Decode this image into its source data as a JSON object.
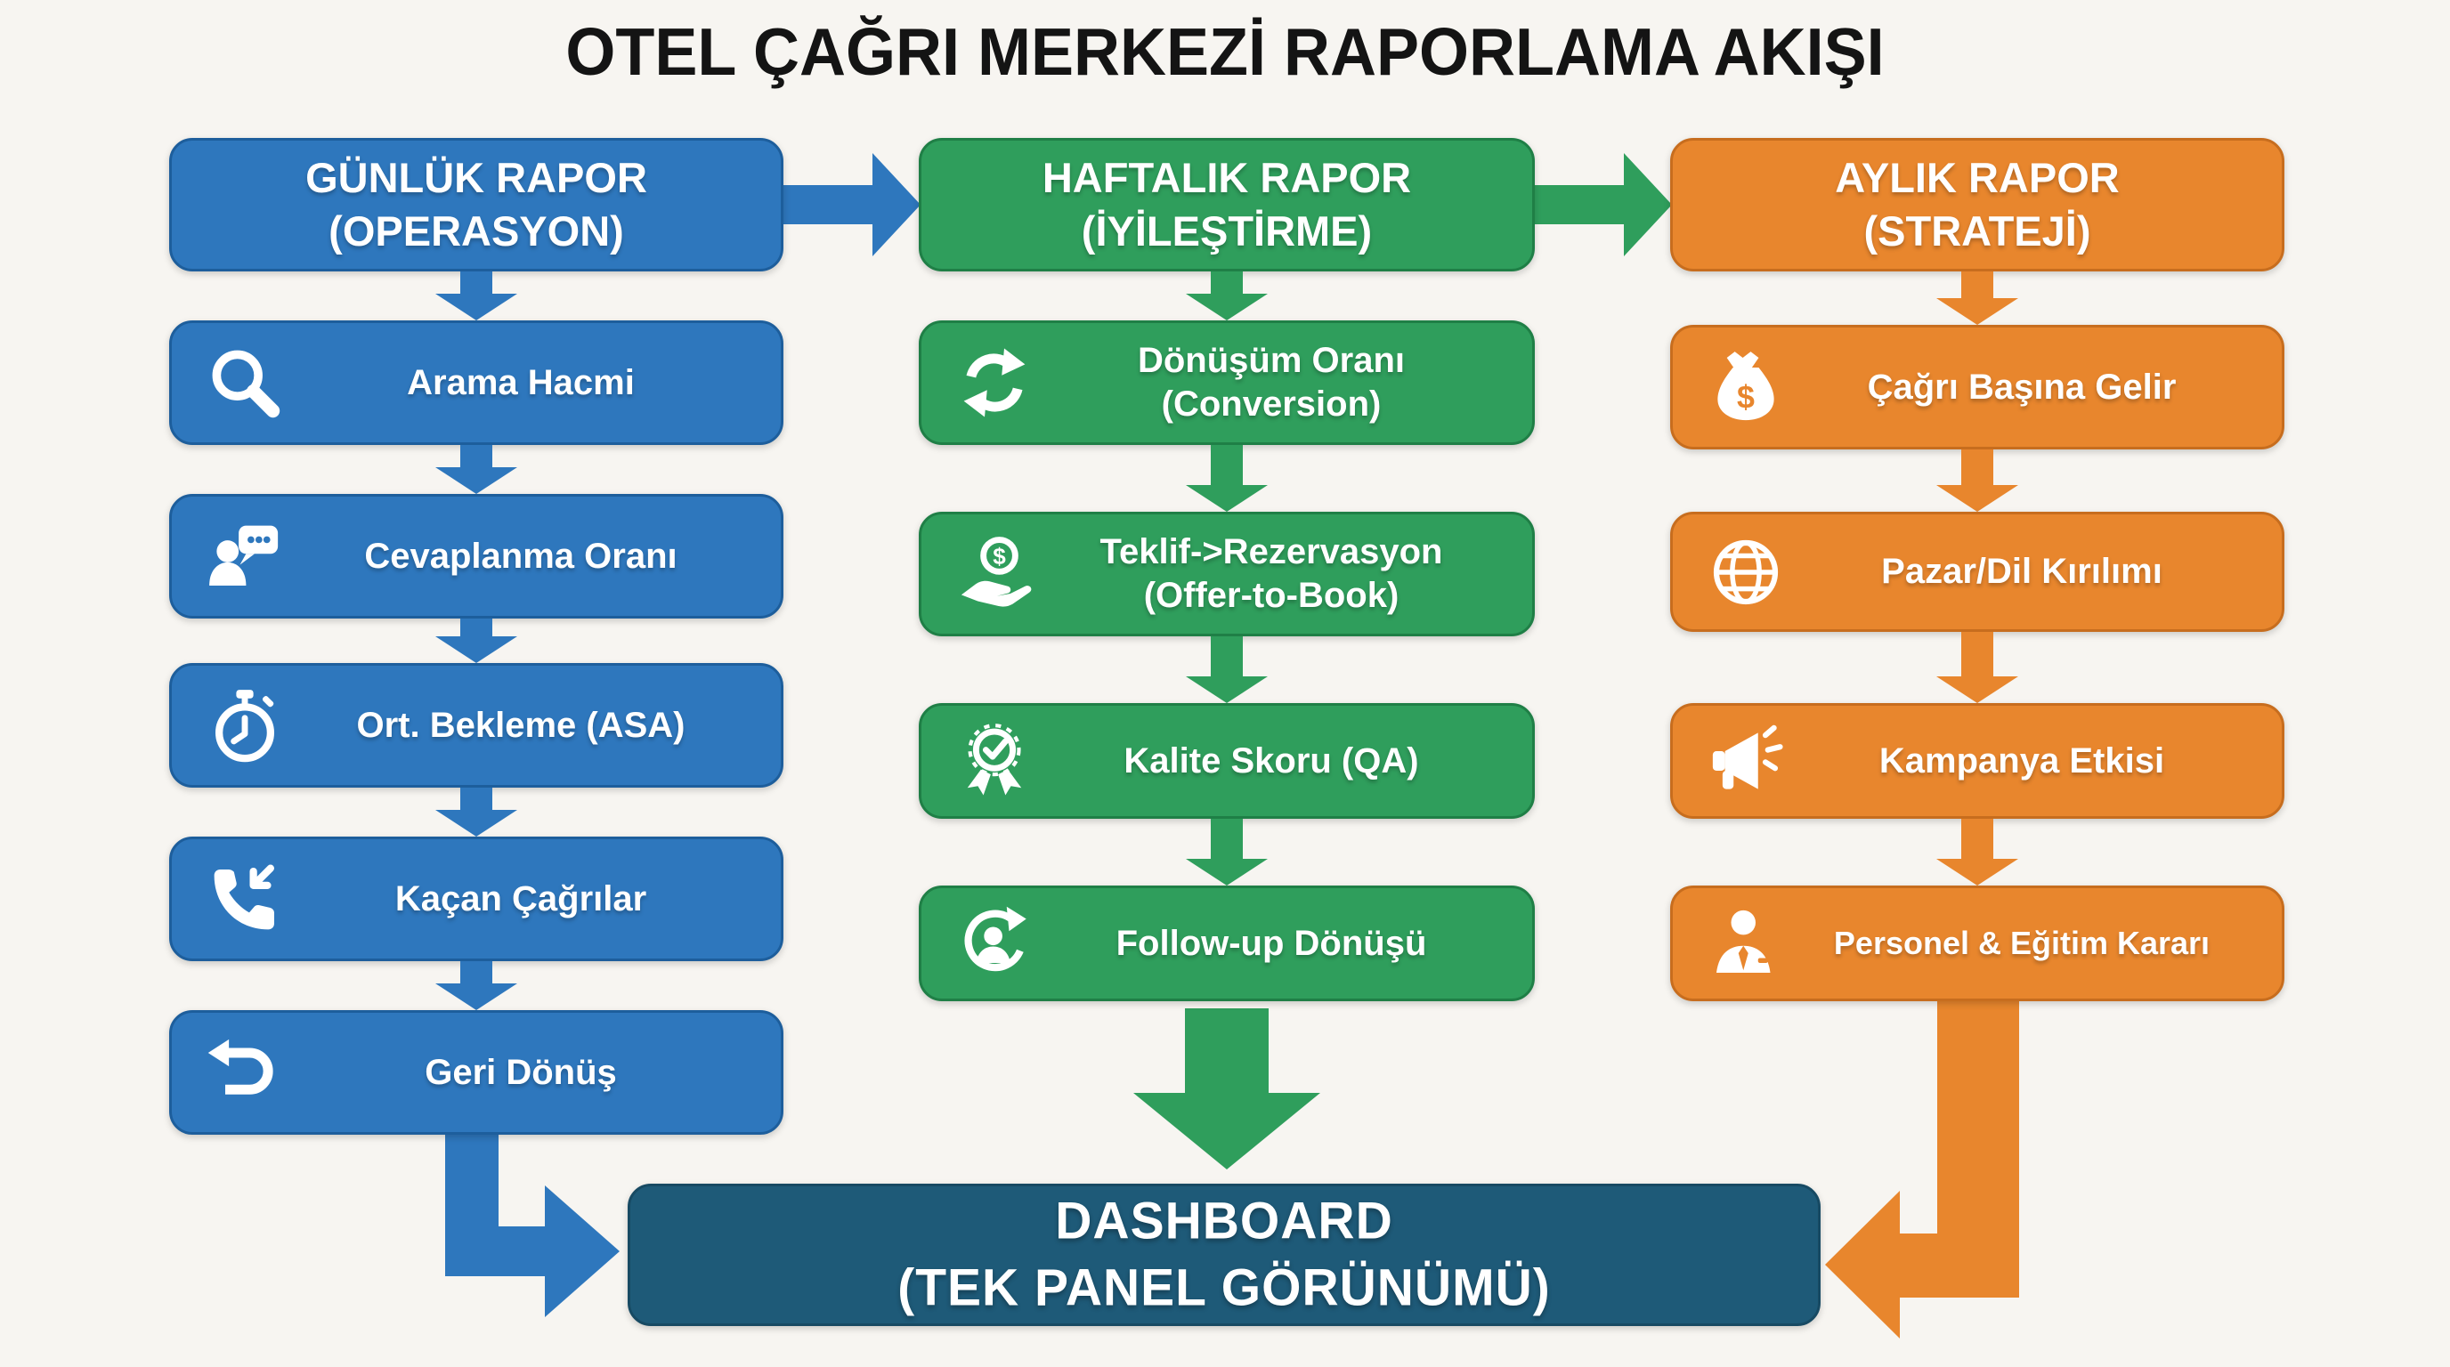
{
  "title": "OTEL ÇAĞRI MERKEZİ RAPORLAMA AKIŞI",
  "colors": {
    "blue": "#2e77bd",
    "green": "#2f9e5c",
    "orange": "#e8862d",
    "dashboard": "#1e5a78",
    "background": "#f7f5f1",
    "title_text": "#141414",
    "box_text": "#ffffff"
  },
  "columns": [
    {
      "id": "daily",
      "color": "#2e77bd",
      "header": {
        "line1": "GÜNLÜK RAPOR",
        "line2": "(OPERASYON)"
      },
      "items": [
        {
          "icon": "search-icon",
          "label": "Arama Hacmi"
        },
        {
          "icon": "agent-chat-icon",
          "label": "Cevaplanma Oranı"
        },
        {
          "icon": "stopwatch-icon",
          "label": "Ort. Bekleme (ASA)"
        },
        {
          "icon": "missed-call-icon",
          "label": "Kaçan Çağrılar"
        },
        {
          "icon": "undo-icon",
          "label": "Geri Dönüş"
        }
      ]
    },
    {
      "id": "weekly",
      "color": "#2f9e5c",
      "header": {
        "line1": "HAFTALIK RAPOR",
        "line2": "(İYİLEŞTİRME)"
      },
      "items": [
        {
          "icon": "sync-icon",
          "label": "Dönüşüm Oranı",
          "sublabel": "(Conversion)"
        },
        {
          "icon": "hand-dollar-icon",
          "label": "Teklif->Rezervasyon",
          "sublabel": "(Offer-to-Book)"
        },
        {
          "icon": "quality-badge-icon",
          "label": "Kalite Skoru (QA)"
        },
        {
          "icon": "person-refresh-icon",
          "label": "Follow-up Dönüşü"
        }
      ]
    },
    {
      "id": "monthly",
      "color": "#e8862d",
      "header": {
        "line1": "AYLIK RAPOR",
        "line2": "(STRATEJİ)"
      },
      "items": [
        {
          "icon": "money-bag-icon",
          "label": "Çağrı Başına Gelir"
        },
        {
          "icon": "globe-icon",
          "label": "Pazar/Dil Kırılımı"
        },
        {
          "icon": "megaphone-icon",
          "label": "Kampanya Etkisi"
        },
        {
          "icon": "businessman-icon",
          "label": "Personel & Eğitim Kararı"
        }
      ]
    }
  ],
  "dashboard": {
    "line1": "DASHBOARD",
    "line2": "(TEK PANEL GÖRÜNÜMÜ)"
  },
  "arrows": [
    {
      "from": "daily",
      "to": "weekly",
      "color": "#2e77bd"
    },
    {
      "from": "weekly",
      "to": "monthly",
      "color": "#2f9e5c"
    },
    {
      "from": "daily",
      "to": "dashboard",
      "color": "#2e77bd"
    },
    {
      "from": "weekly",
      "to": "dashboard",
      "color": "#2f9e5c"
    },
    {
      "from": "monthly",
      "to": "dashboard",
      "color": "#e8862d"
    }
  ]
}
